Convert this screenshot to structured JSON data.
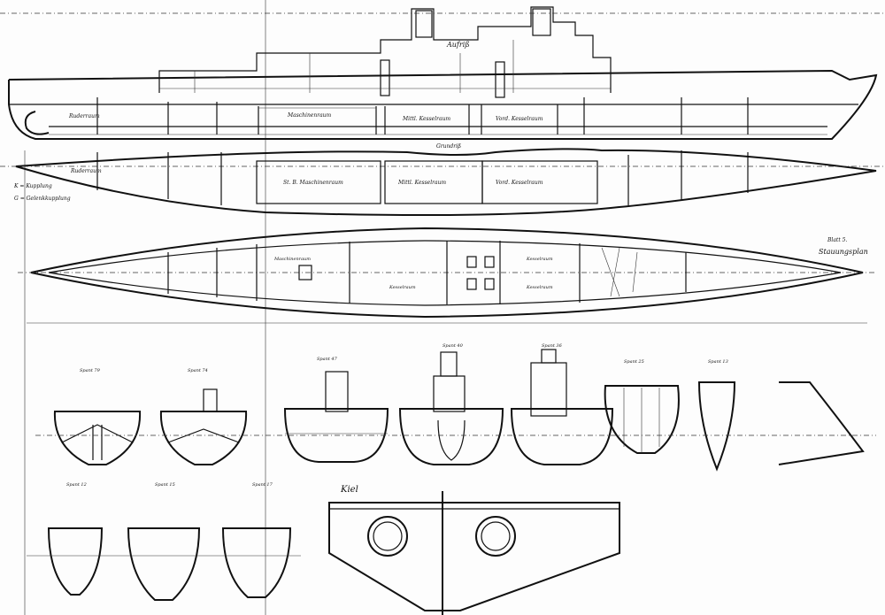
{
  "profile": {
    "title": "Aufriß",
    "rooms": [
      "Ruderraum",
      "Maschinenraum",
      "Mittl. Kesselraum",
      "Vord. Kesselraum"
    ]
  },
  "plan": {
    "title": "Grundriß",
    "rooms": [
      "Ruderraum",
      "St. B. Maschinenraum",
      "Mittl. Kesselraum",
      "Vord. Kesselraum"
    ]
  },
  "legend": {
    "k": "K = Kupplung",
    "g": "G = Gelenkkupplung"
  },
  "sheet": {
    "number": "Blatt 5.",
    "title": "Stauungsplan"
  },
  "deck": {
    "rooms": [
      "Maschinenraum",
      "Kesselraum",
      "Kesselraum",
      "Kesselraum"
    ]
  },
  "sections": [
    "Spant 79",
    "Spant 74",
    "Spant 47",
    "Spant 40",
    "Spant 36",
    "Spant 25",
    "Spant 13",
    "Spant 12",
    "Spant 15",
    "Spant 17"
  ],
  "keel": {
    "title": "Kiel"
  }
}
